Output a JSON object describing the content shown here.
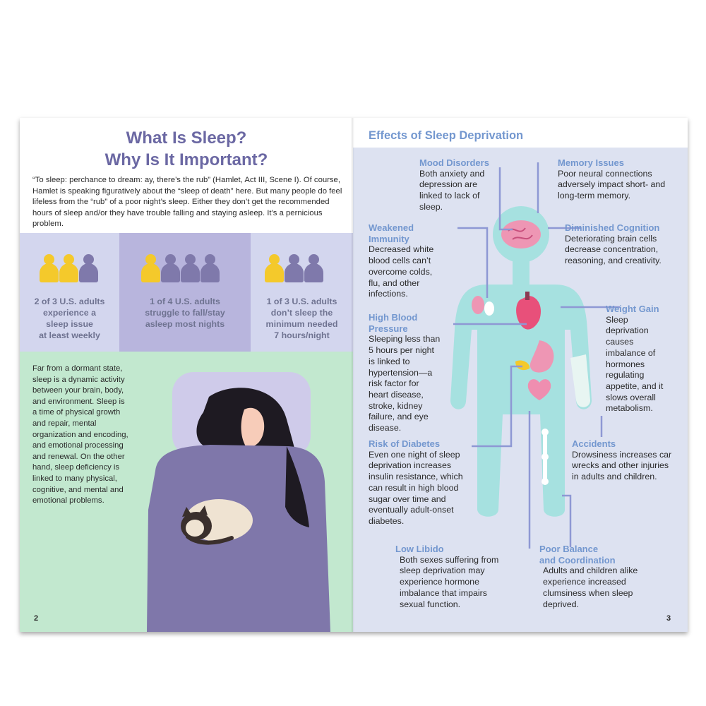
{
  "left_page": {
    "title_line1": "What Is Sleep?",
    "title_line2": "Why Is It Important?",
    "intro": "“To sleep: perchance to dream: ay, there’s the rub” (Hamlet, Act III, Scene I). Of course, Hamlet is speaking figuratively about the “sleep of death” here. But many people do feel lifeless from the “rub” of a poor night’s sleep. Either they don’t get the recommended hours of sleep and/or they have trouble falling and staying asleep. It’s a pernicious problem.",
    "stats": [
      {
        "line1": "2 of 3 U.S. adults",
        "line2": "experience a",
        "line3": "sleep issue",
        "line4": "at least weekly",
        "filled": 2,
        "total": 3
      },
      {
        "line1": "1 of 4 U.S. adults",
        "line2": "struggle to fall/stay",
        "line3": "asleep most nights",
        "line4": "",
        "filled": 1,
        "total": 4
      },
      {
        "line1": "1 of 3 U.S. adults",
        "line2": "don’t sleep the",
        "line3": "minimum needed",
        "line4": "7 hours/night",
        "filled": 1,
        "total": 3
      }
    ],
    "paragraph": "Far from a dormant state, sleep is a dynamic activity between your brain, body, and environment. Sleep is a time of physical growth and repair, mental organization and encoding, and emotional processing and renewal. On the other hand, sleep deficiency is linked to many physical, cognitive, and mental and emotional problems.",
    "page_number": "2"
  },
  "right_page": {
    "title": "Effects of Sleep Deprivation",
    "page_number": "3",
    "effects": {
      "mood": {
        "title": "Mood Disorders",
        "body": "Both anxiety and depression are linked to lack of sleep."
      },
      "memory": {
        "title": "Memory Issues",
        "body": "Poor neural connections adversely impact short- and long-term memory."
      },
      "immunity": {
        "title1": "Weakened",
        "title2": "Immunity",
        "body": "Decreased white blood cells can’t overcome colds, flu, and other infections."
      },
      "cognition": {
        "title": "Diminished Cognition",
        "body": "Deteriorating brain cells decrease concentration, reasoning, and creativity."
      },
      "blood": {
        "title1": "High Blood",
        "title2": "Pressure",
        "body": "Sleeping less than 5 hours per night is linked to hypertension—a risk factor for heart disease, stroke, kidney failure, and eye disease."
      },
      "weight": {
        "title": "Weight Gain",
        "body": "Sleep deprivation causes imbalance of hormones regulating appetite, and it slows overall metabolism."
      },
      "diabetes": {
        "title": "Risk of Diabetes",
        "body": "Even one night of sleep deprivation increases insulin resistance, which can result in high blood sugar over time and eventually adult-onset diabetes."
      },
      "accidents": {
        "title": "Accidents",
        "body": "Drowsiness increases car wrecks and other injuries in adults and children."
      },
      "libido": {
        "title": "Low Libido",
        "body": "Both sexes suffering from sleep deprivation may experience hormone imbalance that impairs sexual function."
      },
      "balance": {
        "title1": "Poor Balance",
        "title2": "and Coordination",
        "body": "Adults and children alike experience increased clumsiness when sleep deprived."
      }
    }
  },
  "colors": {
    "title_purple": "#6b68a3",
    "effect_blue": "#7397cf",
    "stat_yellow": "#f4c92b",
    "stat_purple": "#7f79ab",
    "panel_lavender": "#d3d6ee",
    "panel_mid": "#b8b5dd",
    "mint": "#c2e8cf",
    "body_teal": "#a6e1e0"
  }
}
